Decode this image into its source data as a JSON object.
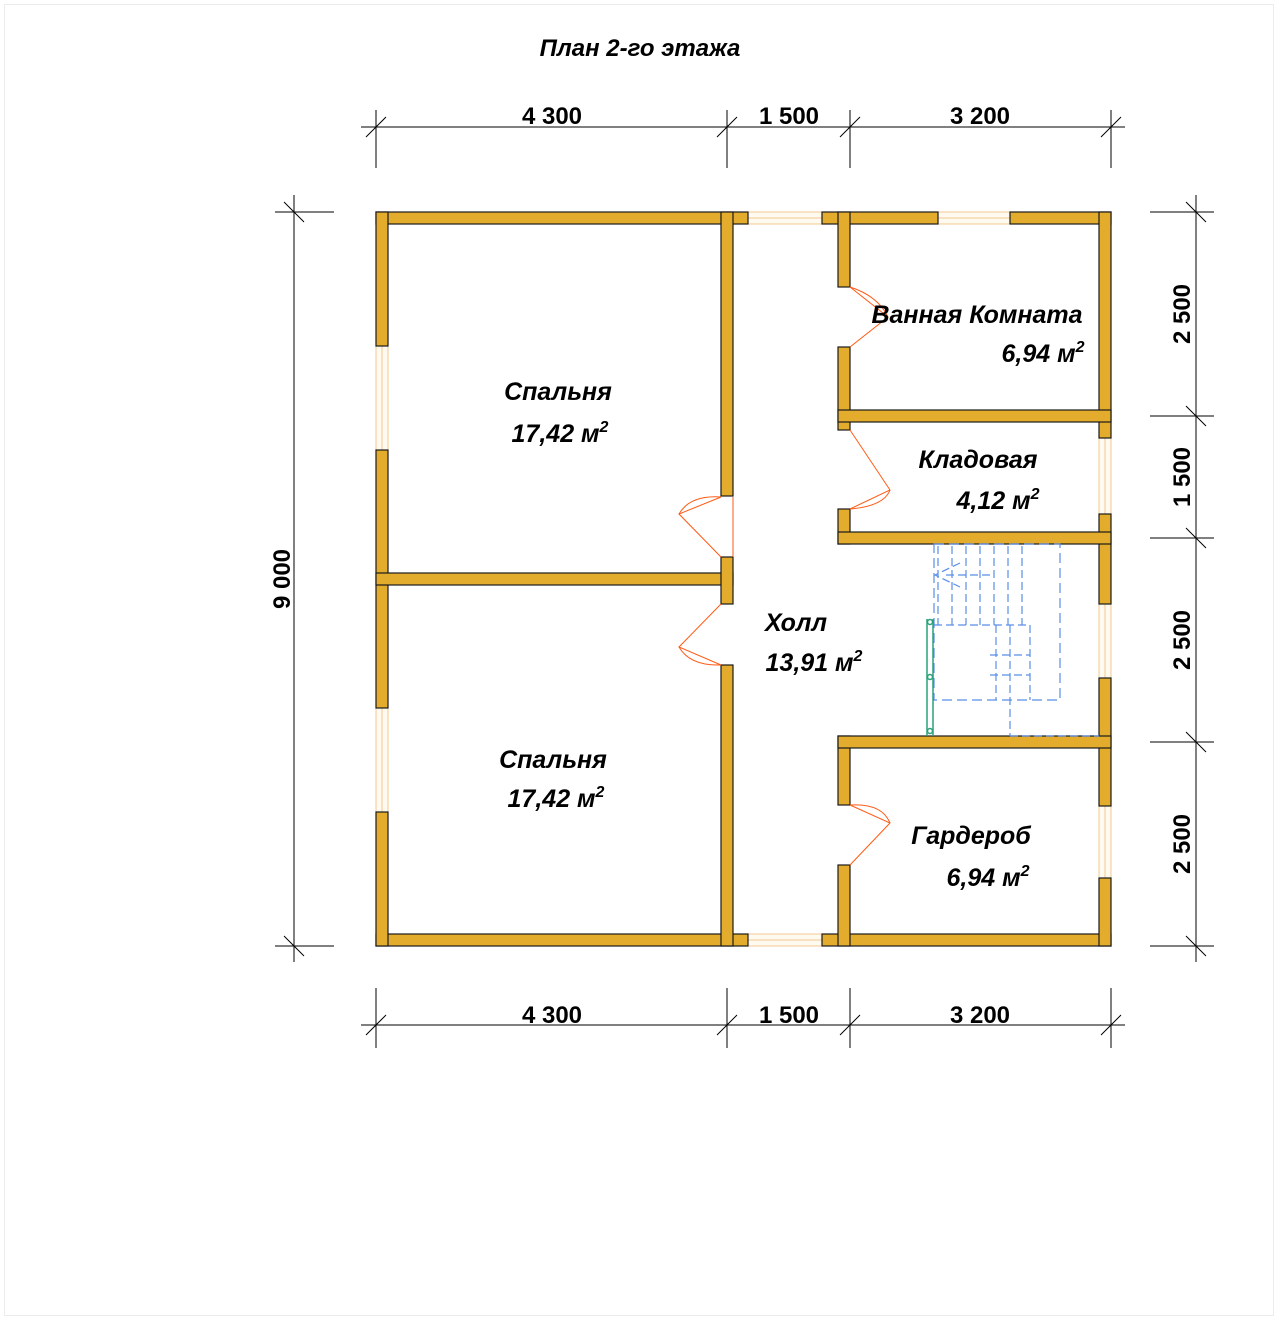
{
  "title": "План 2-го этажа",
  "colors": {
    "wall": "#e3ac2c",
    "wall_stroke": "#1a1a1a",
    "door": "#ff5a14",
    "window": "#f3d9a8",
    "stair": "#3a7be0",
    "rail": "#2aa07a"
  },
  "dimensions": {
    "top": [
      "4 300",
      "1 500",
      "3 200"
    ],
    "bottom": [
      "4 300",
      "1 500",
      "3 200"
    ],
    "right": [
      "2 500",
      "1 500",
      "2 500",
      "2 500"
    ],
    "left": "9 000"
  },
  "rooms": [
    {
      "name": "Спальня",
      "area": "17,42 м",
      "sup": "2"
    },
    {
      "name": "Спальня",
      "area": "17,42 м",
      "sup": "2"
    },
    {
      "name": "Ванная Комната",
      "area": "6,94 м",
      "sup": "2"
    },
    {
      "name": "Кладовая",
      "area": "4,12 м",
      "sup": "2"
    },
    {
      "name": "Холл",
      "area": "13,91 м",
      "sup": "2"
    },
    {
      "name": "Гардероб",
      "area": "6,94 м",
      "sup": "2"
    }
  ]
}
